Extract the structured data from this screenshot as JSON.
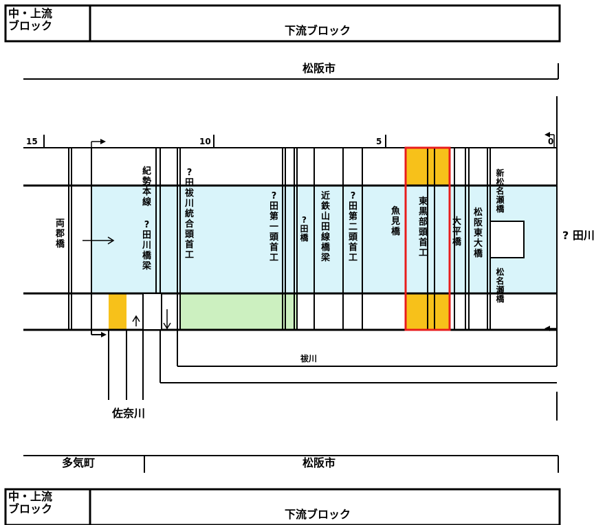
{
  "block_header": {
    "upper_label": "中・上流\nブロック",
    "lower_label": "下流ブロック"
  },
  "city_top": "松阪市",
  "km_ticks": [
    "15",
    "10",
    "5",
    "0"
  ],
  "structures": {
    "ryogun_bashi": "両郡橋",
    "kisei_line": "紀勢本線",
    "kisei_bridge": "?田川橋梁",
    "merge_weir": "?田祓川統合頭首工",
    "first_weir": "?田第一頭首工",
    "ta_bashi": "?田橋",
    "kintetsu_bridge": "近鉄山田線橋梁",
    "second_weir": "?田第二頭首工",
    "uomi_bashi": "魚見橋",
    "higashikurobe_weir": "東黒部頭首工",
    "ohira_bashi": "大平橋",
    "matsusaka_higashi_bashi": "松阪東大橋",
    "shin_matsuna_bashi": "新松名瀬橋",
    "matsuna_bashi": "松名瀬橋"
  },
  "river_right": "? 田川",
  "harai_river": "祓川",
  "sana_river": "佐奈川",
  "bottom_towns": {
    "left": "多気町",
    "right": "松阪市"
  },
  "colors": {
    "river": "#d9f4fa",
    "weir": "#f7c11a",
    "green": "#ccf0c0",
    "highlight": "#e81c1c",
    "line": "#000000"
  }
}
